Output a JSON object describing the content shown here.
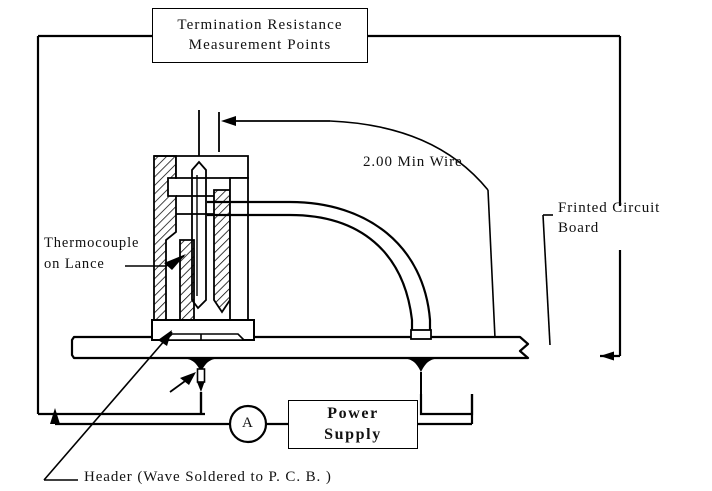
{
  "diagram": {
    "title_box": {
      "line1": "Termination Resistance",
      "line2": "Measurement Points"
    },
    "labels": {
      "wire": "2.00 Min Wire",
      "pcb_line1": "Frinted Circuit",
      "pcb_line2": "Board",
      "thermocouple_line1": "Thermocouple",
      "thermocouple_line2": "on Lance",
      "ammeter": "A",
      "power_supply_line1": "Power",
      "power_supply_line2": "Supply",
      "caption": "Header (Wave Soldered to P. C. B. )"
    },
    "colors": {
      "ink": "#000000",
      "background": "#ffffff"
    }
  }
}
